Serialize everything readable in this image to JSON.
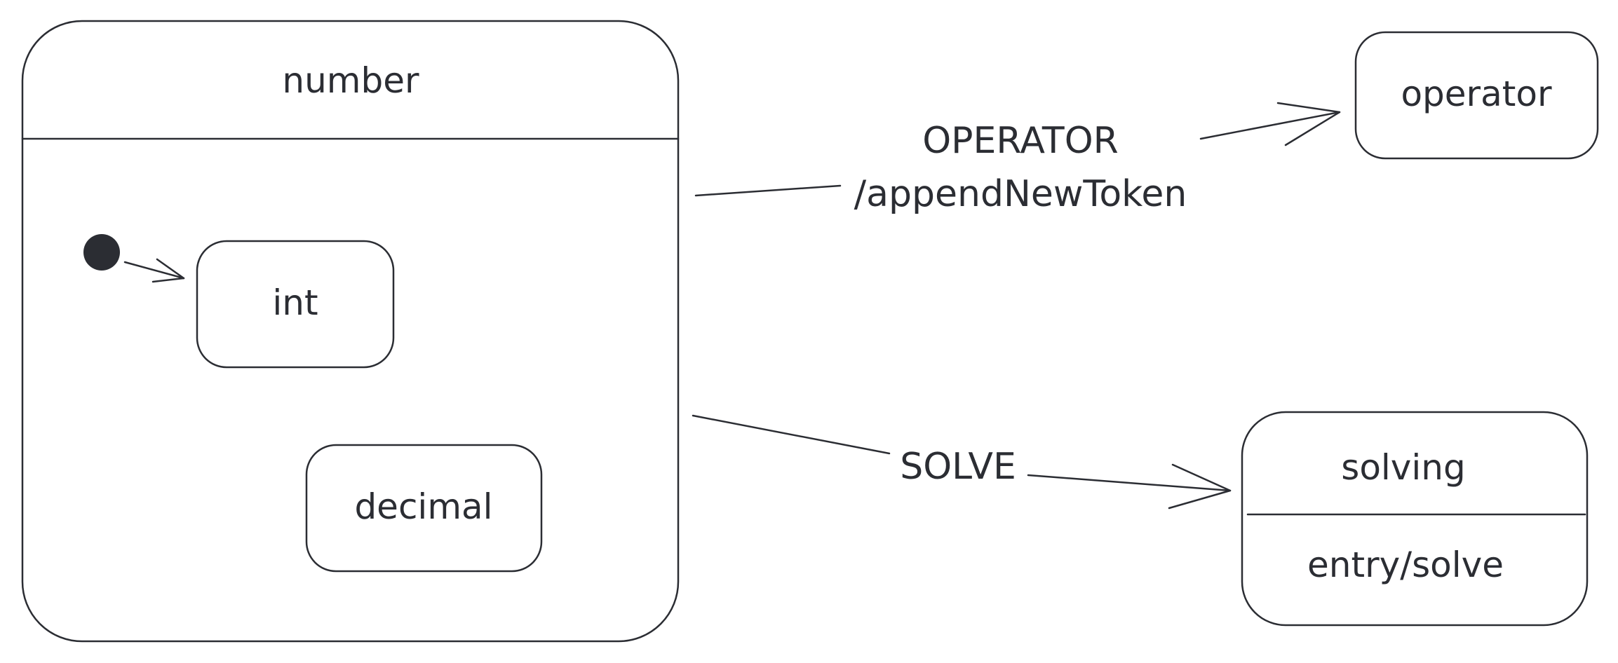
{
  "states": {
    "number": {
      "label": "number"
    },
    "int": {
      "label": "int"
    },
    "decimal": {
      "label": "decimal"
    },
    "operator": {
      "label": "operator"
    },
    "solving": {
      "label": "solving",
      "entry": "entry/solve"
    }
  },
  "transitions": {
    "to_operator": {
      "line1": "OPERATOR",
      "line2": "/appendNewToken"
    },
    "to_solving": {
      "label": "SOLVE"
    }
  },
  "colors": {
    "stroke": "#2b2d33",
    "background": "#ffffff"
  }
}
